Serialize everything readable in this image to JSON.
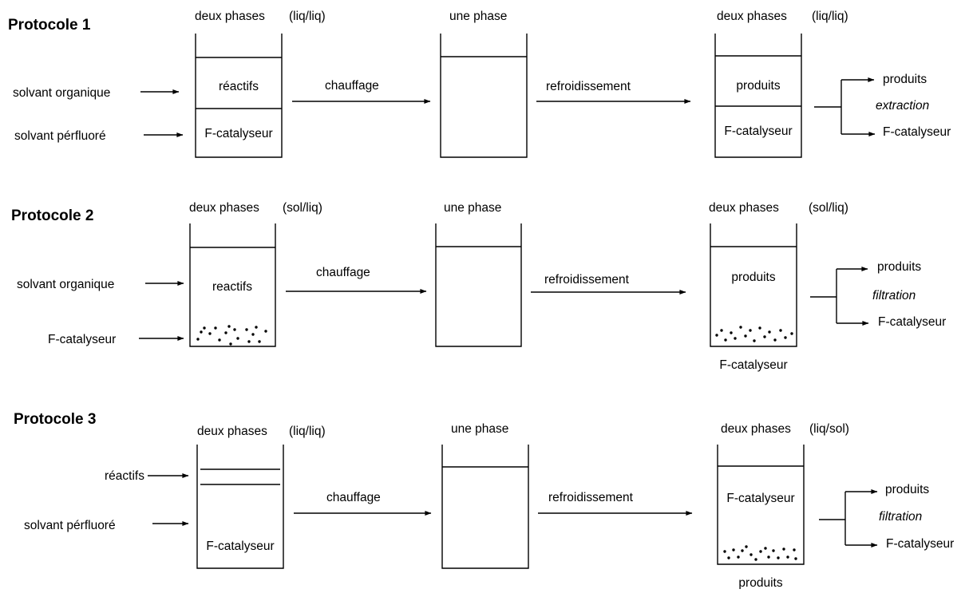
{
  "protocols": [
    {
      "title": "Protocole 1",
      "inputs": [
        "solvant organique",
        "solvant pérfluoré"
      ],
      "beaker1": {
        "header": "deux phases",
        "phase_tag": "(liq/liq)",
        "top": "réactifs",
        "bottom": "F-catalyseur"
      },
      "step1": "chauffage",
      "beaker2": {
        "header": "une phase"
      },
      "step2": "refroidissement",
      "beaker3": {
        "header": "deux phases",
        "phase_tag": "(liq/liq)",
        "top": "produits",
        "bottom": "F-catalyseur"
      },
      "separation": {
        "method": "extraction",
        "out_top": "produits",
        "out_bottom": "F-catalyseur"
      }
    },
    {
      "title": "Protocole 2",
      "inputs": [
        "solvant organique",
        "F-catalyseur"
      ],
      "beaker1": {
        "header": "deux phases",
        "phase_tag": "(sol/liq)",
        "top": "reactifs"
      },
      "step1": "chauffage",
      "beaker2": {
        "header": "une phase"
      },
      "step2": "refroidissement",
      "beaker3": {
        "header": "deux phases",
        "phase_tag": "(sol/liq)",
        "top": "produits",
        "below": "F-catalyseur"
      },
      "separation": {
        "method": "filtration",
        "out_top": "produits",
        "out_bottom": "F-catalyseur"
      }
    },
    {
      "title": "Protocole 3",
      "inputs": [
        "réactifs",
        "solvant pérfluoré"
      ],
      "beaker1": {
        "header": "deux phases",
        "phase_tag": "(liq/liq)",
        "bottom": "F-catalyseur"
      },
      "step1": "chauffage",
      "beaker2": {
        "header": "une phase"
      },
      "step2": "refroidissement",
      "beaker3": {
        "header": "deux phases",
        "phase_tag": "(liq/sol)",
        "top": "F-catalyseur",
        "below": "produits"
      },
      "separation": {
        "method": "filtration",
        "out_top": "produits",
        "out_bottom": "F-catalyseur"
      }
    }
  ]
}
